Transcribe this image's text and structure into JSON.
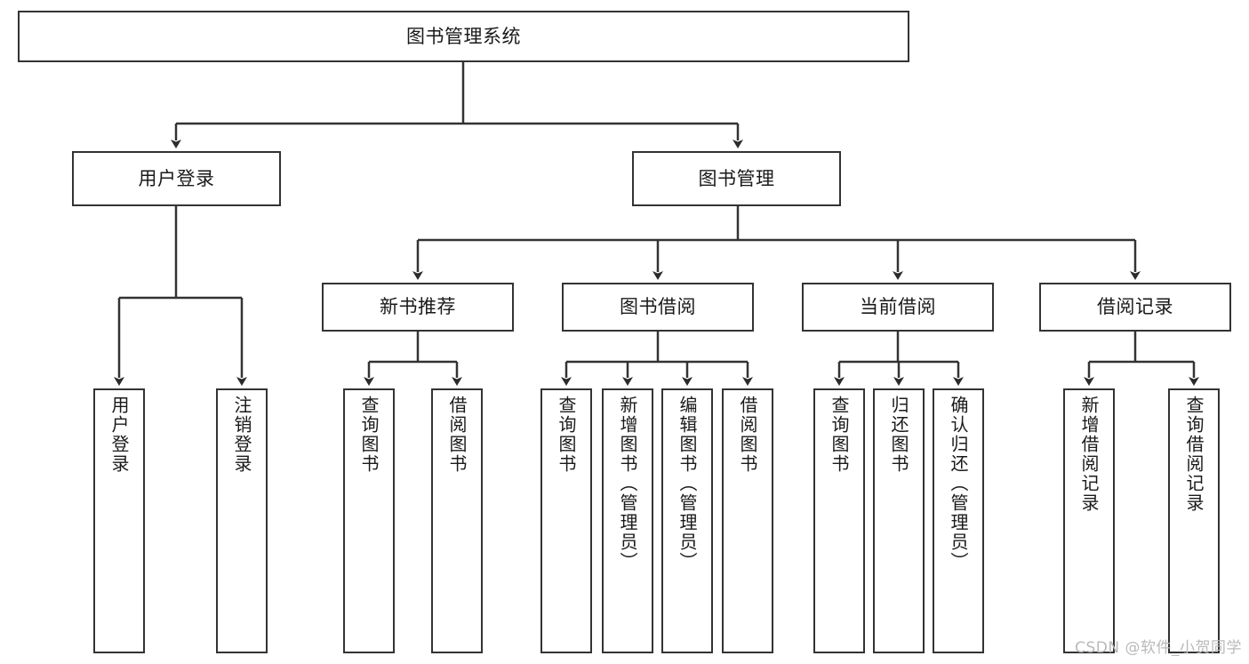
{
  "diagram": {
    "title_node": {
      "label": "图书管理系统"
    },
    "level2": [
      {
        "label": "用户登录"
      },
      {
        "label": "图书管理"
      }
    ],
    "level3": [
      {
        "label": "新书推荐"
      },
      {
        "label": "图书借阅"
      },
      {
        "label": "当前借阅"
      },
      {
        "label": "借阅记录"
      }
    ],
    "leaves": {
      "user_login": [
        {
          "label": "用户登录"
        },
        {
          "label": "注销登录"
        }
      ],
      "new_book_recommend": [
        {
          "label": "查询图书"
        },
        {
          "label": "借阅图书"
        }
      ],
      "book_borrow": [
        {
          "label": "查询图书"
        },
        {
          "label": "新增图书（管理员）"
        },
        {
          "label": "编辑图书（管理员）"
        },
        {
          "label": "借阅图书"
        }
      ],
      "current_borrow": [
        {
          "label": "查询图书"
        },
        {
          "label": "归还图书"
        },
        {
          "label": "确认归还（管理员）"
        }
      ],
      "borrow_record": [
        {
          "label": "新增借阅记录"
        },
        {
          "label": "查询借阅记录"
        }
      ]
    }
  },
  "watermark": {
    "text": "CSDN @软件_小贺同学"
  },
  "colors": {
    "stroke": "#333333",
    "box_fill": "#ffffff",
    "text": "#1a1a1a",
    "watermark": "#b9b9b9"
  }
}
